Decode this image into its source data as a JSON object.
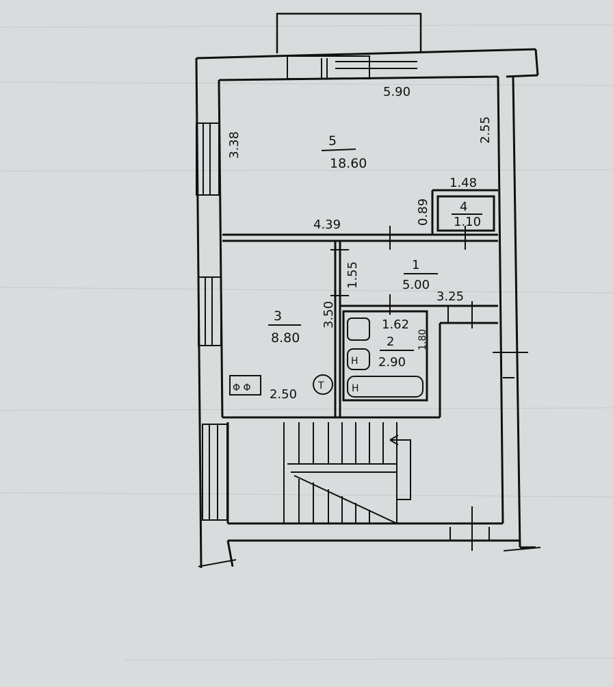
{
  "rooms": [
    {
      "number": "5",
      "area": "18.60"
    },
    {
      "number": "4",
      "area": "1.10"
    },
    {
      "number": "1",
      "area": "5.00"
    },
    {
      "number": "3",
      "area": "8.80"
    },
    {
      "number": "2",
      "area": "2.90"
    }
  ],
  "dimensions": {
    "top_width": "5.90",
    "left_height_room5": "3.38",
    "right_height_room5": "2.55",
    "room4_width": "1.48",
    "room4_height": "0.89",
    "partition_length": "4.39",
    "corridor_height": "1.55",
    "corridor_width": "3.25",
    "room3_height": "3.50",
    "room3_width": "2.50",
    "bath_width": "1.62",
    "bath_height": "1.80"
  },
  "fixtures": {
    "stove": "Φ Φ",
    "toilet": "T",
    "sink": "H",
    "bath": "H"
  }
}
